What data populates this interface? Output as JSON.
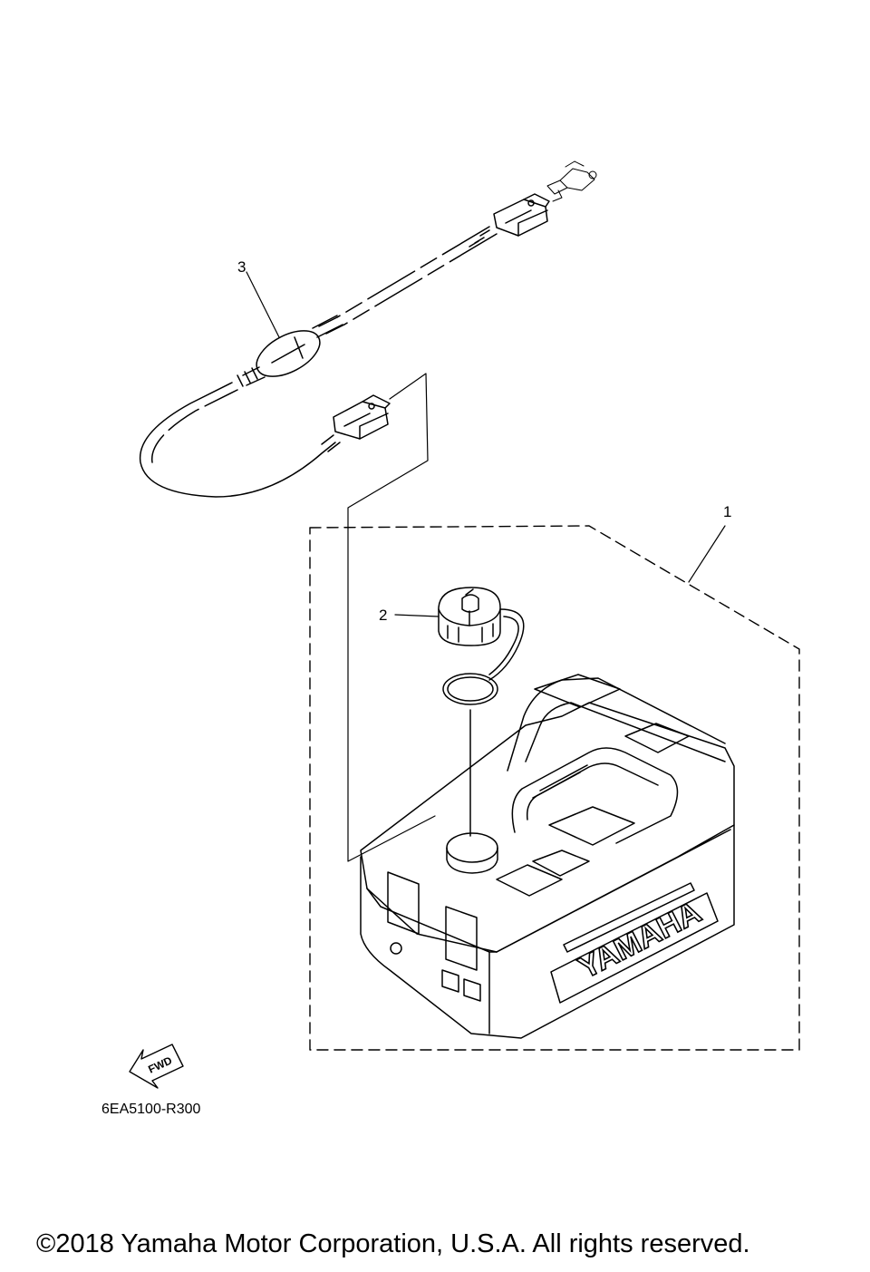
{
  "callouts": {
    "part_1": "1",
    "part_2": "2",
    "part_3": "3"
  },
  "direction_arrow": {
    "label": "FWD",
    "icon": "fwd-arrow-icon"
  },
  "tank_brand": "YAMAHA",
  "diagram_code": "6EA5100-R300",
  "copyright": "©2018 Yamaha Motor Corporation, U.S.A. All rights reserved."
}
